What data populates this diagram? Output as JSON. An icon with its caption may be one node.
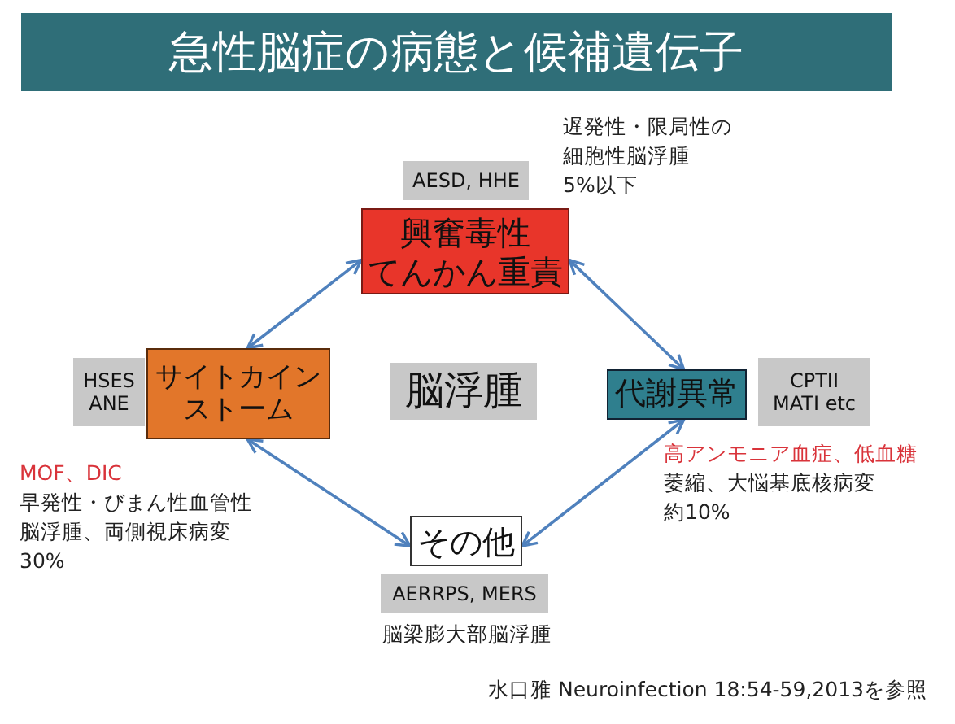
{
  "diagram": {
    "title": "急性脳症の病態と候補遺伝子",
    "nodes": [
      {
        "text": [
          "興奮毒性てんかん重責"
        ],
        "beside": [
          "遅発性・限局性の",
          "細胞性脳浮腫",
          "5%以下"
        ]
      },
      {
        "text": [
          "AESD, HHE"
        ]
      },
      {
        "text": [
          "サイトカインストーム"
        ],
        "beside": [
          "MOF、DIC",
          "早発性・びまん性血管性",
          "脳浮腫、両側視床病変",
          "30%"
        ]
      },
      {
        "text": [
          "HSES ANE"
        ]
      },
      {
        "text": [
          "脳浮腫"
        ]
      },
      {
        "text": [
          "代謝異常"
        ],
        "beside": [
          "高アンモニア血症、低血糖",
          "萎縮、大悩基底核病変",
          "約10%"
        ]
      },
      {
        "text": [
          "CPTII MATI etc"
        ]
      },
      {
        "text": [
          "その他"
        ]
      },
      {
        "text": [
          "AERRPS, MERS"
        ],
        "beside": [
          "脳梁膨大部脳浮腫"
        ]
      }
    ],
    "edges": [
      {
        "from": 2,
        "to": 0,
        "arrow": "both"
      },
      {
        "from": 0,
        "to": 5,
        "arrow": "both"
      },
      {
        "from": 2,
        "to": 7,
        "arrow": "both"
      },
      {
        "from": 5,
        "to": 7,
        "arrow": "both"
      }
    ],
    "labels": [
      "水口雅 Neuroinfection 18:54-59,2013を参照"
    ]
  }
}
